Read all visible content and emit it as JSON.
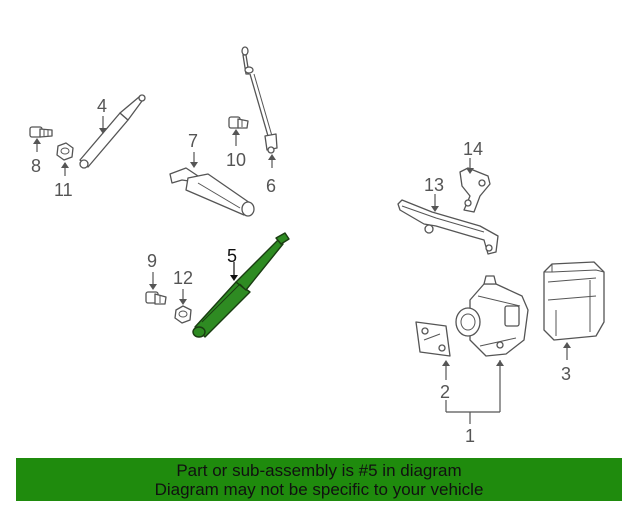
{
  "diagram": {
    "callouts": [
      {
        "key": "c1",
        "label": "1"
      },
      {
        "key": "c2",
        "label": "2"
      },
      {
        "key": "c3",
        "label": "3"
      },
      {
        "key": "c4",
        "label": "4"
      },
      {
        "key": "c5",
        "label": "5",
        "highlighted": true
      },
      {
        "key": "c6",
        "label": "6"
      },
      {
        "key": "c7",
        "label": "7"
      },
      {
        "key": "c8",
        "label": "8"
      },
      {
        "key": "c9",
        "label": "9"
      },
      {
        "key": "c10",
        "label": "10"
      },
      {
        "key": "c11",
        "label": "11"
      },
      {
        "key": "c12",
        "label": "12"
      },
      {
        "key": "c13",
        "label": "13"
      },
      {
        "key": "c14",
        "label": "14"
      }
    ],
    "highlight_color": "#2e8b22"
  },
  "banner": {
    "line1": "Part or sub-assembly is #5 in diagram",
    "line2": "Diagram may not be specific to your vehicle",
    "background": "#1f8b0d"
  }
}
